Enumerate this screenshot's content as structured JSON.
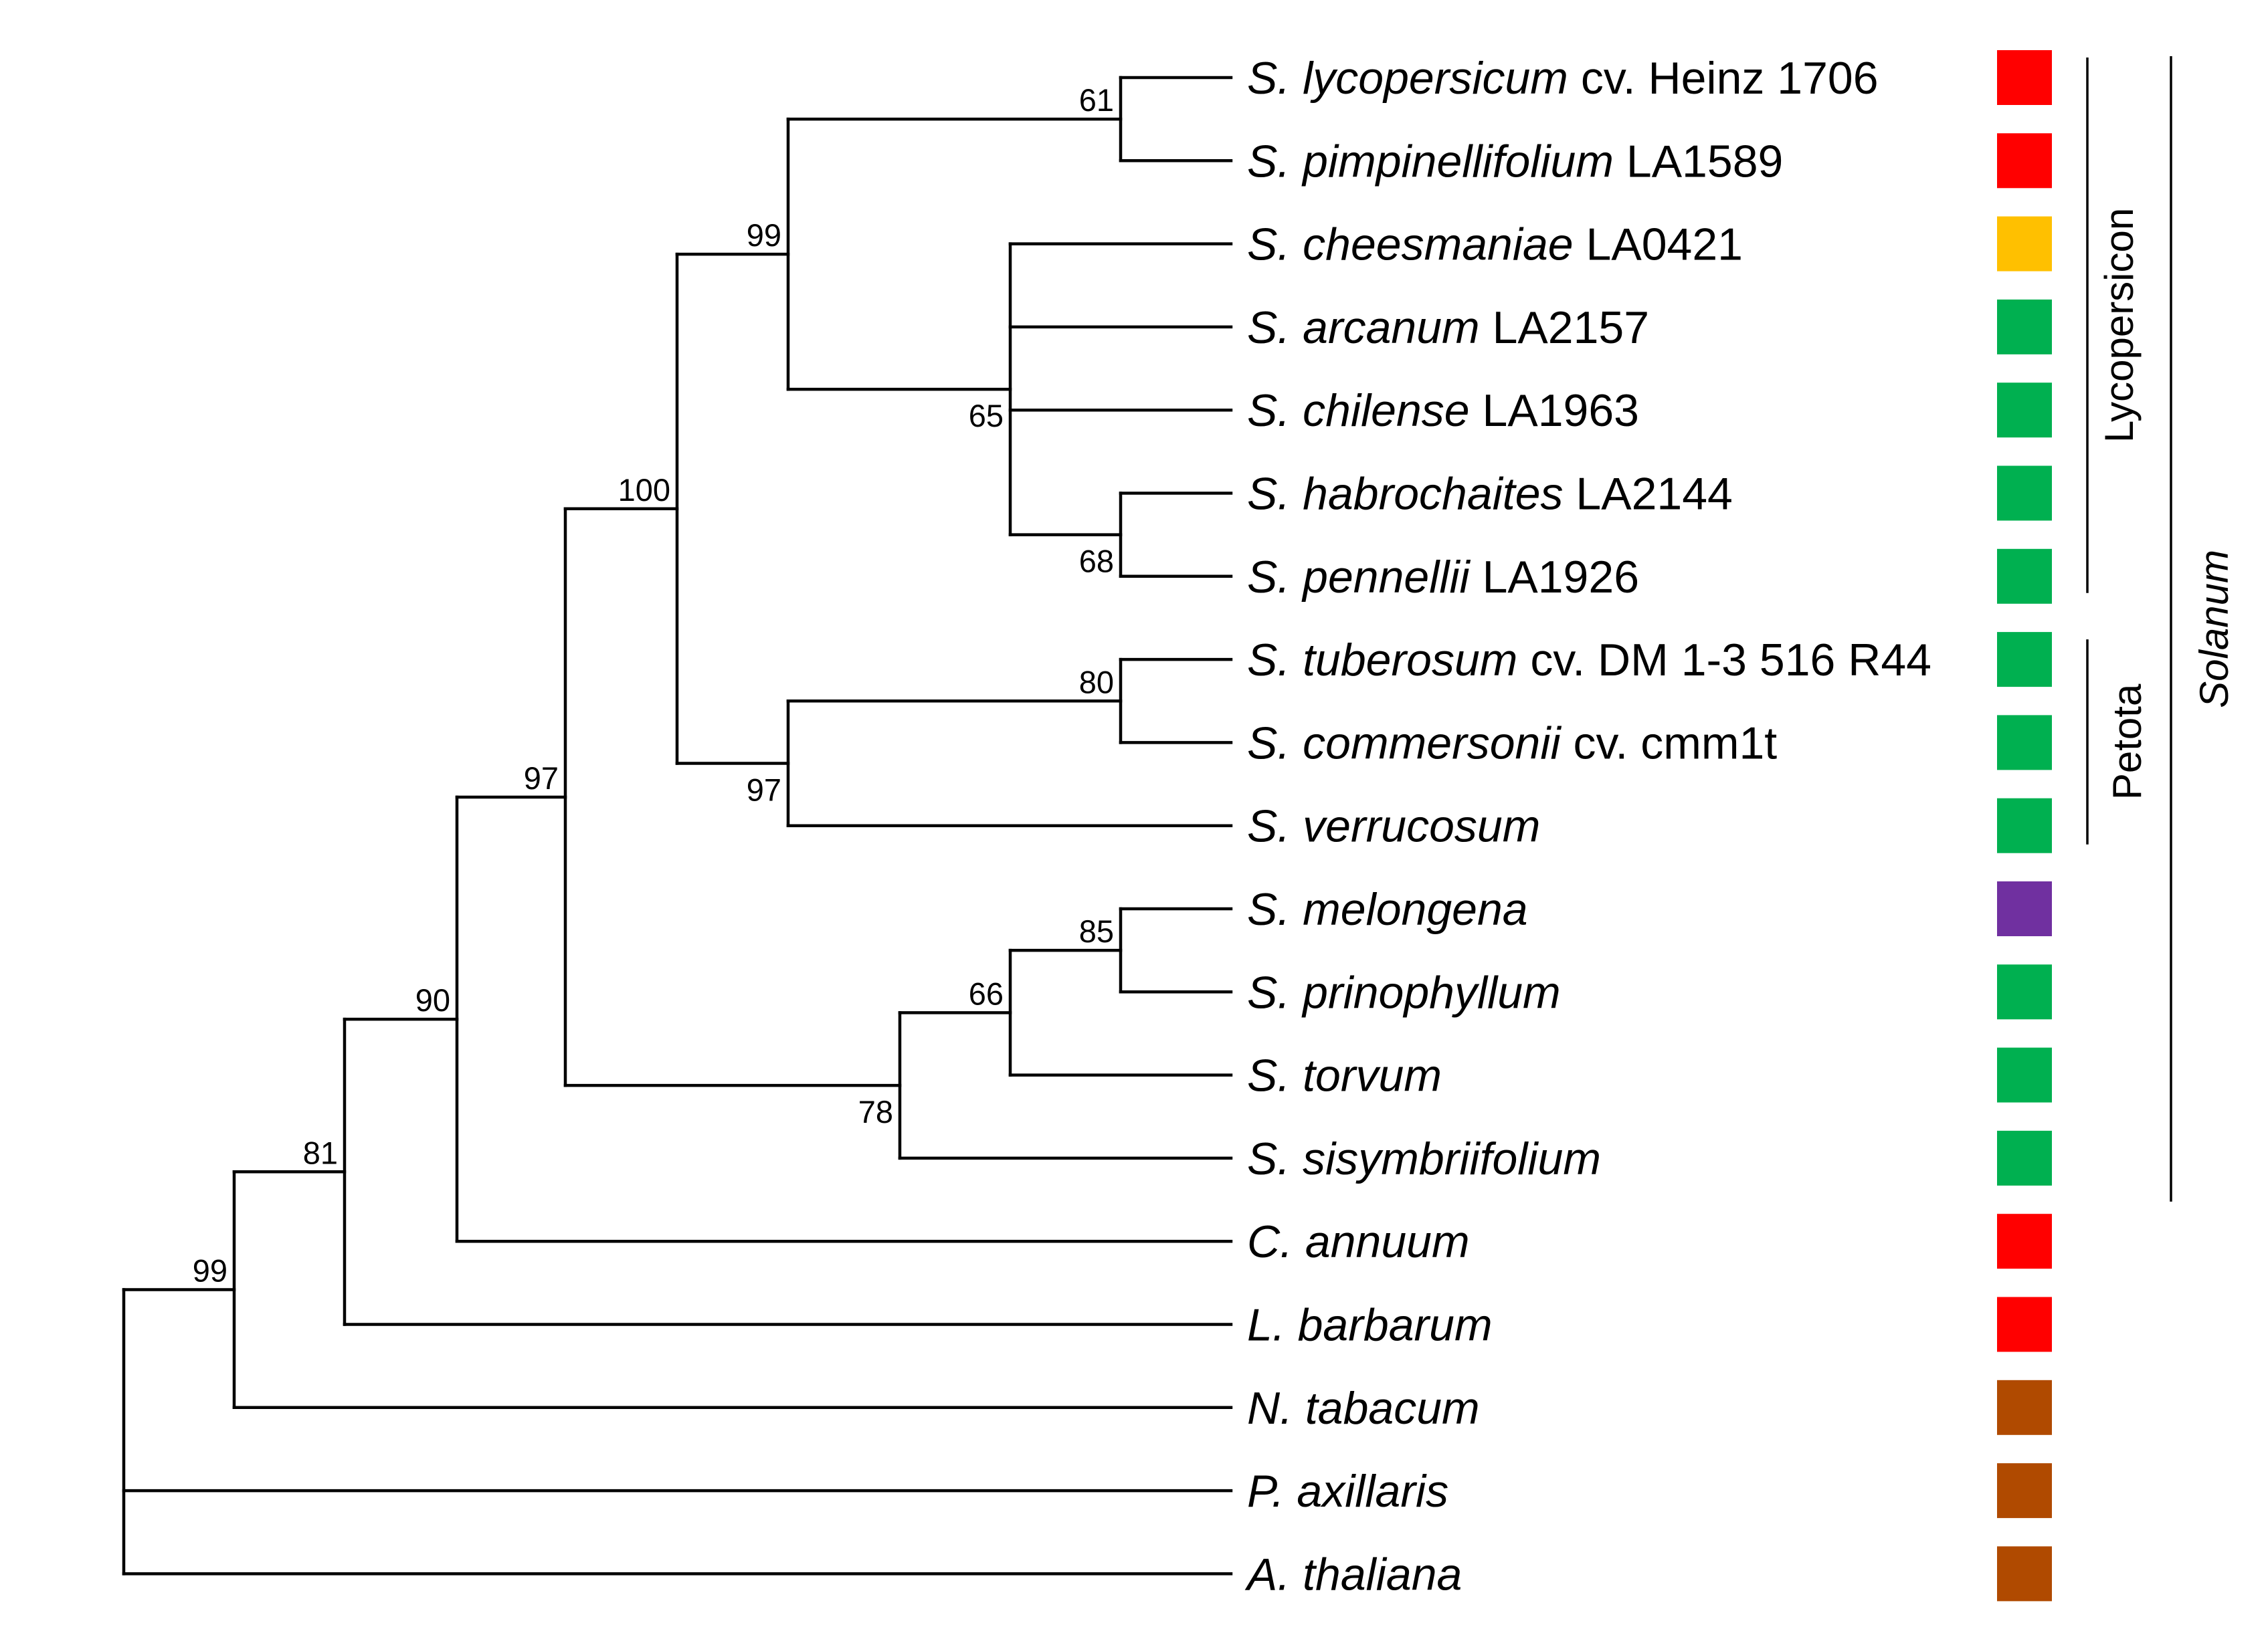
{
  "taxa": [
    {
      "genus": "S.",
      "species": "lycopersicum",
      "detail": "cv. Heinz 1706",
      "color": "#FF0000"
    },
    {
      "genus": "S.",
      "species": "pimpinellifolium",
      "detail": "LA1589",
      "color": "#FF0000"
    },
    {
      "genus": "S.",
      "species": "cheesmaniae",
      "detail": "LA0421",
      "color": "#FFC000"
    },
    {
      "genus": "S.",
      "species": "arcanum",
      "detail": "LA2157",
      "color": "#00B050"
    },
    {
      "genus": "S.",
      "species": "chilense",
      "detail": "LA1963",
      "color": "#00B050"
    },
    {
      "genus": "S.",
      "species": "habrochaites",
      "detail": "LA2144",
      "color": "#00B050"
    },
    {
      "genus": "S.",
      "species": "pennellii",
      "detail": "LA1926",
      "color": "#00B050"
    },
    {
      "genus": "S.",
      "species": "tuberosum",
      "detail": "cv. DM 1-3 516 R44",
      "color": "#00B050"
    },
    {
      "genus": "S.",
      "species": "commersonii",
      "detail": "cv. cmm1t",
      "color": "#00B050"
    },
    {
      "genus": "S.",
      "species": "verrucosum",
      "detail": "",
      "color": "#00B050"
    },
    {
      "genus": "S.",
      "species": "melongena",
      "detail": "",
      "color": "#7030A0"
    },
    {
      "genus": "S.",
      "species": "prinophyllum",
      "detail": "",
      "color": "#00B050"
    },
    {
      "genus": "S.",
      "species": "torvum",
      "detail": "",
      "color": "#00B050"
    },
    {
      "genus": "S.",
      "species": "sisymbriifolium",
      "detail": "",
      "color": "#00B050"
    },
    {
      "genus": "C.",
      "species": "annuum",
      "detail": "",
      "color": "#FF0000"
    },
    {
      "genus": "L.",
      "species": "barbarum",
      "detail": "",
      "color": "#FF0000"
    },
    {
      "genus": "N.",
      "species": "tabacum",
      "detail": "",
      "color": "#B04A00"
    },
    {
      "genus": "P.",
      "species": "axillaris",
      "detail": "",
      "color": "#B04A00"
    },
    {
      "genus": "A.",
      "species": "thaliana",
      "detail": "",
      "color": "#B04A00"
    }
  ],
  "tree": {
    "name": "root",
    "children": [
      {
        "name": "n99b",
        "support": "99",
        "children": [
          {
            "name": "n81",
            "support": "81",
            "children": [
              {
                "name": "n90",
                "support": "90",
                "children": [
                  {
                    "name": "n97top",
                    "support": "97",
                    "children": [
                      {
                        "name": "n100",
                        "support": "100",
                        "children": [
                          {
                            "name": "n99a",
                            "support": "99",
                            "children": [
                              {
                                "name": "n61",
                                "support": "61",
                                "children": [
                                  {
                                    "leaf": 0
                                  },
                                  {
                                    "leaf": 1
                                  }
                                ]
                              },
                              {
                                "name": "n65",
                                "support": "65",
                                "children": [
                                  {
                                    "leaf": 2
                                  },
                                  {
                                    "leaf": 3
                                  },
                                  {
                                    "leaf": 4
                                  },
                                  {
                                    "name": "n68",
                                    "support": "68",
                                    "children": [
                                      {
                                        "leaf": 5
                                      },
                                      {
                                        "leaf": 6
                                      }
                                    ]
                                  }
                                ]
                              }
                            ]
                          },
                          {
                            "name": "n97b",
                            "support": "97",
                            "children": [
                              {
                                "name": "n80",
                                "support": "80",
                                "children": [
                                  {
                                    "leaf": 7
                                  },
                                  {
                                    "leaf": 8
                                  }
                                ]
                              },
                              {
                                "leaf": 9
                              }
                            ]
                          }
                        ]
                      },
                      {
                        "name": "n78",
                        "support": "78",
                        "children": [
                          {
                            "name": "n66",
                            "support": "66",
                            "children": [
                              {
                                "name": "n85",
                                "support": "85",
                                "children": [
                                  {
                                    "leaf": 10
                                  },
                                  {
                                    "leaf": 11
                                  }
                                ]
                              },
                              {
                                "leaf": 12
                              }
                            ]
                          },
                          {
                            "leaf": 13
                          }
                        ]
                      }
                    ]
                  },
                  {
                    "leaf": 14
                  }
                ]
              },
              {
                "leaf": 15
              }
            ]
          },
          {
            "leaf": 16
          }
        ]
      },
      {
        "leaf": 17
      }
    ]
  },
  "clades": [
    {
      "label": "Lycopersicon",
      "first": 0,
      "last": 6,
      "italic": false
    },
    {
      "label": "Petota",
      "first": 7,
      "last": 9,
      "italic": false
    },
    {
      "label": "Solanum",
      "first": 0,
      "last": 13,
      "italic": true
    }
  ],
  "outgroup_leaf": 18
}
